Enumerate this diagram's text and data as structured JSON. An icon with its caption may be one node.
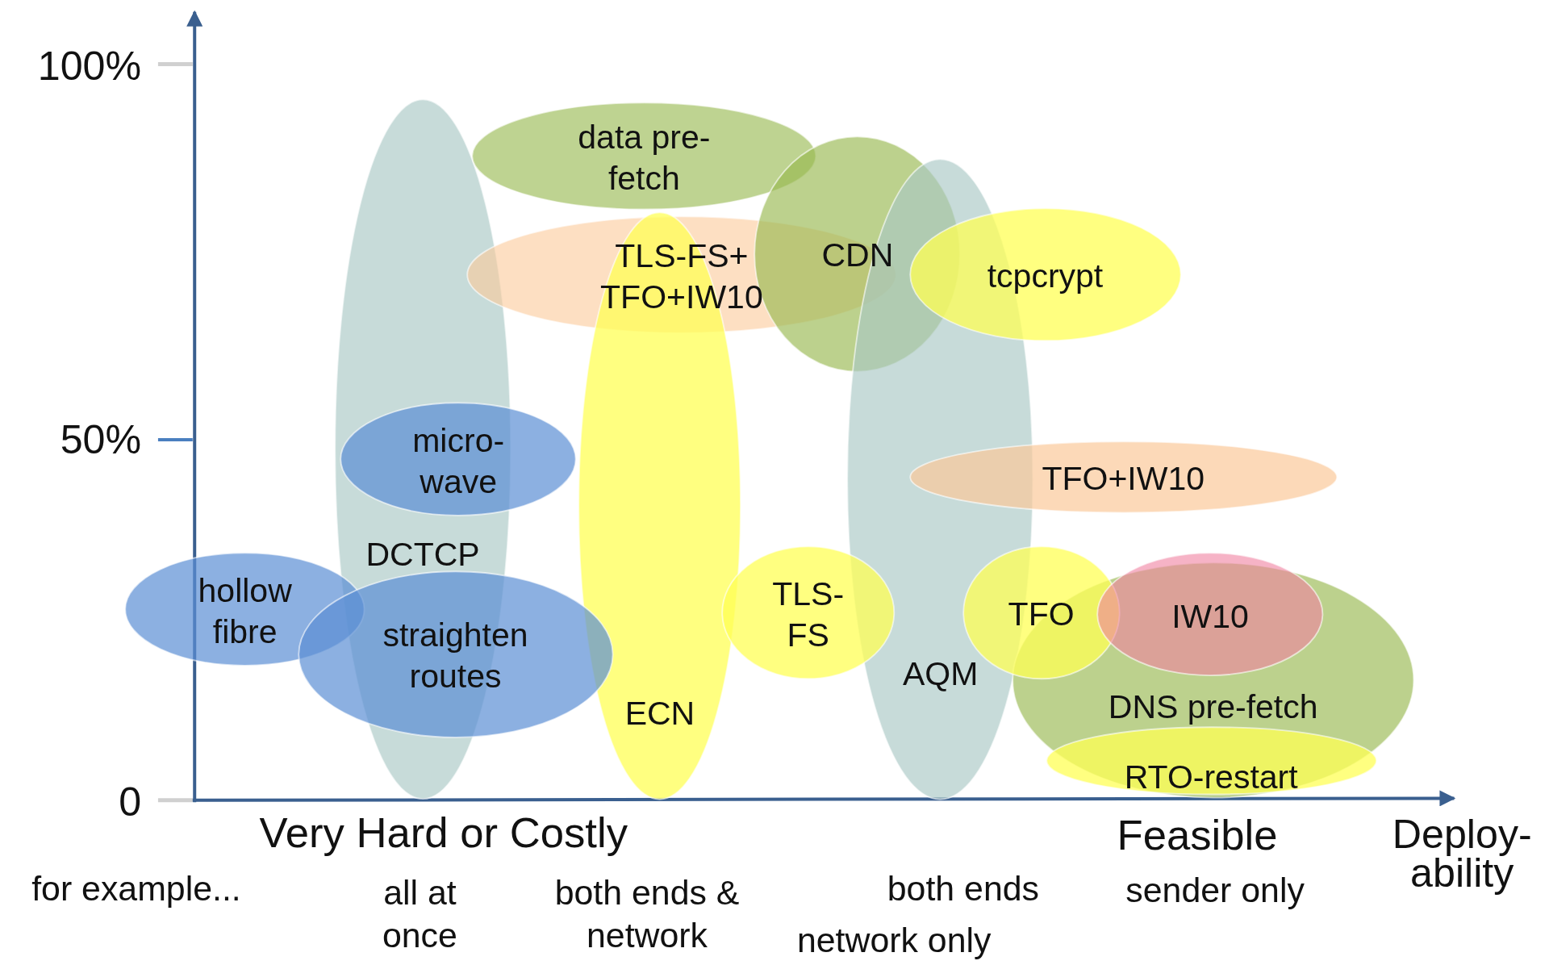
{
  "diagram": {
    "nodes": [
      {
        "text": [
          "DCTCP"
        ]
      },
      {
        "text": [
          "data pre-fetch"
        ]
      },
      {
        "text": [
          "TLS-FS+ TFO+IW10"
        ]
      },
      {
        "text": [
          "ECN"
        ]
      },
      {
        "text": [
          "CDN"
        ]
      },
      {
        "text": [
          "AQM"
        ]
      },
      {
        "text": [
          "tcpcrypt"
        ]
      },
      {
        "text": [
          "micro- wave"
        ]
      },
      {
        "text": [
          "hollow fibre"
        ]
      },
      {
        "text": [
          "straighten routes"
        ]
      },
      {
        "text": [
          "TLS- FS"
        ]
      },
      {
        "text": [
          "TFO+IW10"
        ]
      },
      {
        "text": [
          "DNS pre-fetch"
        ]
      },
      {
        "text": [
          "TFO"
        ]
      },
      {
        "text": [
          "IW10"
        ]
      },
      {
        "text": [
          "RTO-restart"
        ],
        "in": 12
      }
    ],
    "edges": [],
    "labels": [
      "100%",
      "50%",
      "0",
      "Very Hard or Costly",
      "Feasible",
      "Deploy- ability",
      "for example...",
      "all at once",
      "both ends & network",
      "both ends",
      "sender only",
      "network only"
    ]
  }
}
